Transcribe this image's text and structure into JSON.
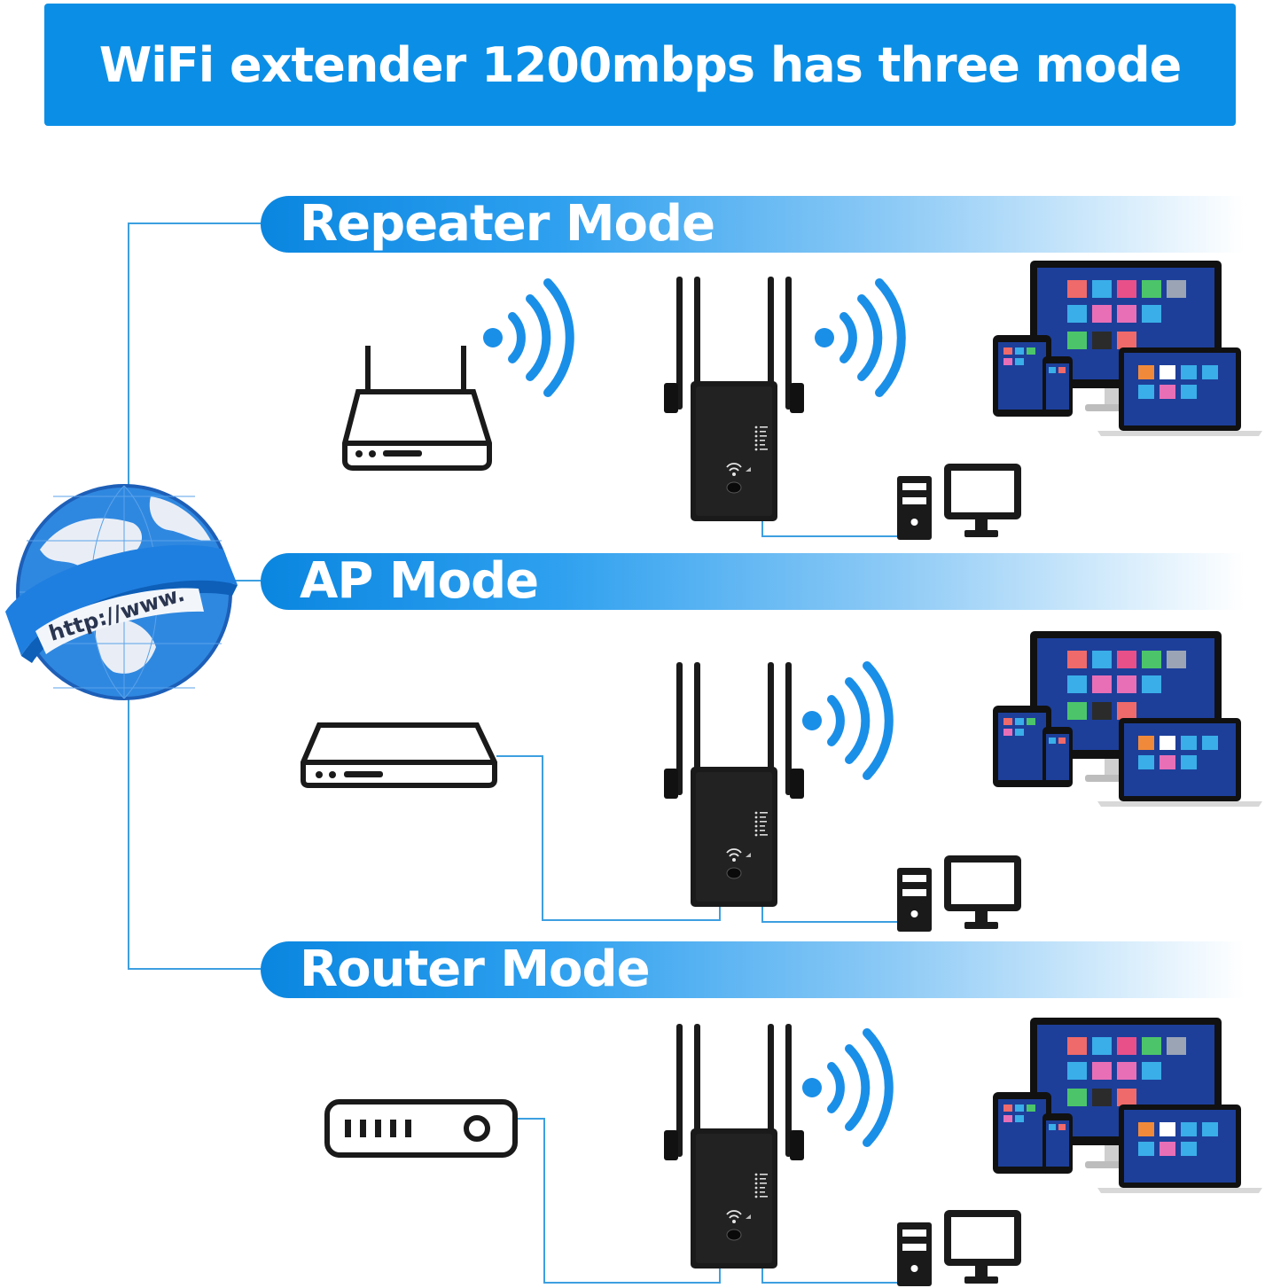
{
  "banner": {
    "title": "WiFi extender 1200mbps has three mode"
  },
  "modes": [
    {
      "label": "Repeater Mode"
    },
    {
      "label": "AP Mode"
    },
    {
      "label": "Router Mode"
    }
  ],
  "globe": {
    "url_text": "http://www."
  },
  "colors": {
    "banner_blue": "#0b8fe6",
    "accent_blue": "#1a8fe8",
    "line_blue": "#3d9fe0",
    "device_black": "#1a1a1a"
  }
}
